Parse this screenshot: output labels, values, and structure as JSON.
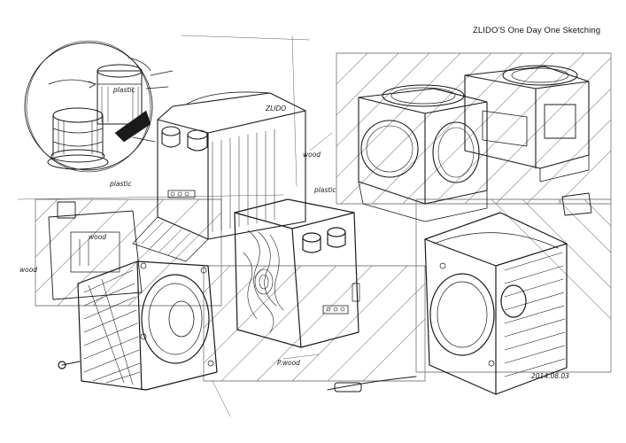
{
  "header": {
    "title": "ZLIDO'S One Day One Sketching"
  },
  "annotations": {
    "plastic_a": "plastic",
    "wood_a": "wood",
    "plastic_b": "plastic",
    "plastic_c": "plastic",
    "wood_b": "wood",
    "wood_c": "wood",
    "brand": "ZLIDO",
    "pwood": "P.wood",
    "signature": "2014.08.03"
  },
  "colors": {
    "ink": "#1a1a1a",
    "paper": "#ffffff"
  }
}
